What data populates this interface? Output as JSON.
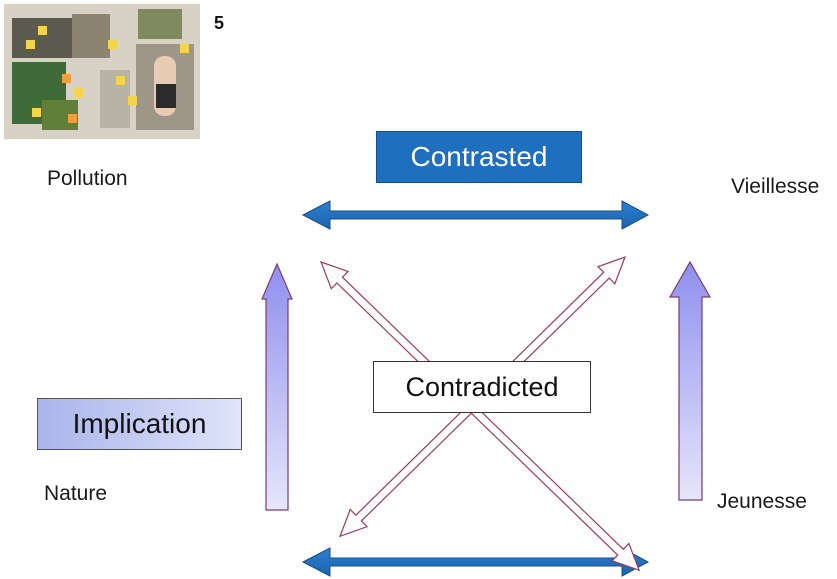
{
  "collage": {
    "number": "5"
  },
  "labels": {
    "top_left": "Pollution",
    "top_right": "Vieillesse",
    "bottom_left": "Nature",
    "bottom_right": "Jeunesse"
  },
  "relations": {
    "contrasted": "Contrasted",
    "contradicted": "Contradicted",
    "implication": "Implication"
  },
  "colors": {
    "contrasted_box": "#1f6fbf",
    "contrary_arrow": "#1f6fbf",
    "implication_arrow_top": "#8f8fee",
    "implication_arrow_bottom": "#e6e6fb",
    "contradiction_arrow_outline": "#9a3a5e"
  }
}
